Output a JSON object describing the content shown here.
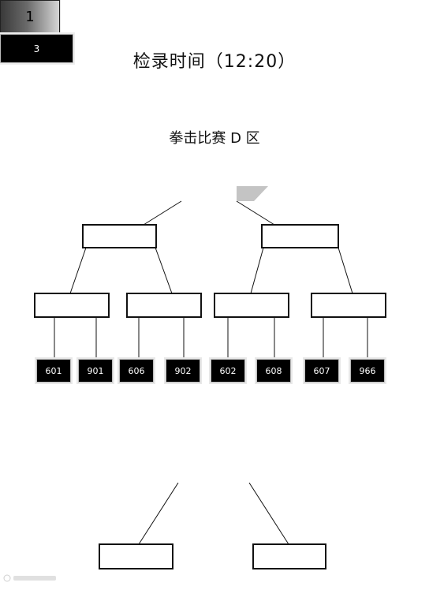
{
  "title": "检录时间（12:20）",
  "subtitle": "拳击比赛 D 区",
  "bracket_top": {
    "seed": "1",
    "players": [
      "601",
      "901",
      "606",
      "902",
      "602",
      "608",
      "607",
      "966"
    ]
  },
  "bracket_bottom": {
    "seed": "3"
  }
}
